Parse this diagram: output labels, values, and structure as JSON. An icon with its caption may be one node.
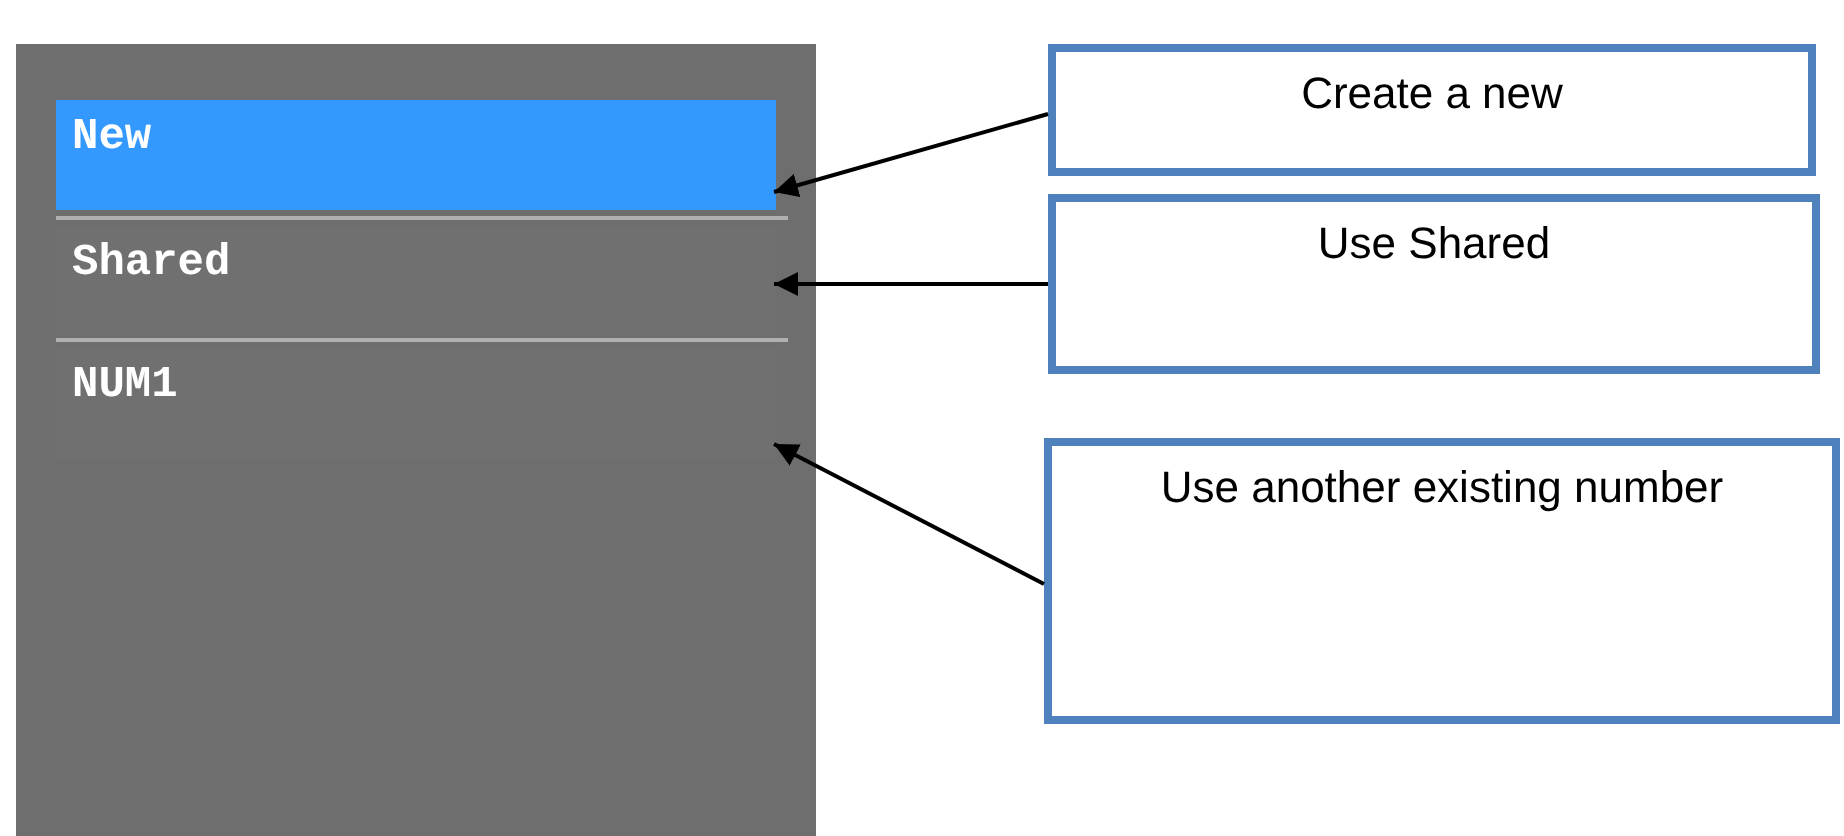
{
  "diagram": {
    "nodes": [
      {
        "text": [],
        "shape": "box"
      },
      {
        "text": [
          "New"
        ],
        "in": 0
      },
      {
        "text": [
          "Shared"
        ],
        "in": 0
      },
      {
        "text": [
          "NUM1"
        ],
        "in": 0
      },
      {
        "text": [
          "Create a new"
        ]
      },
      {
        "text": [
          "Use Shared"
        ]
      },
      {
        "text": [
          "Use another existing number"
        ]
      }
    ],
    "edges": [
      {
        "from": 4,
        "to": 1,
        "arrow": "to"
      },
      {
        "from": 5,
        "to": 2,
        "arrow": "to"
      },
      {
        "from": 6,
        "to": 3,
        "arrow": "to"
      }
    ]
  }
}
